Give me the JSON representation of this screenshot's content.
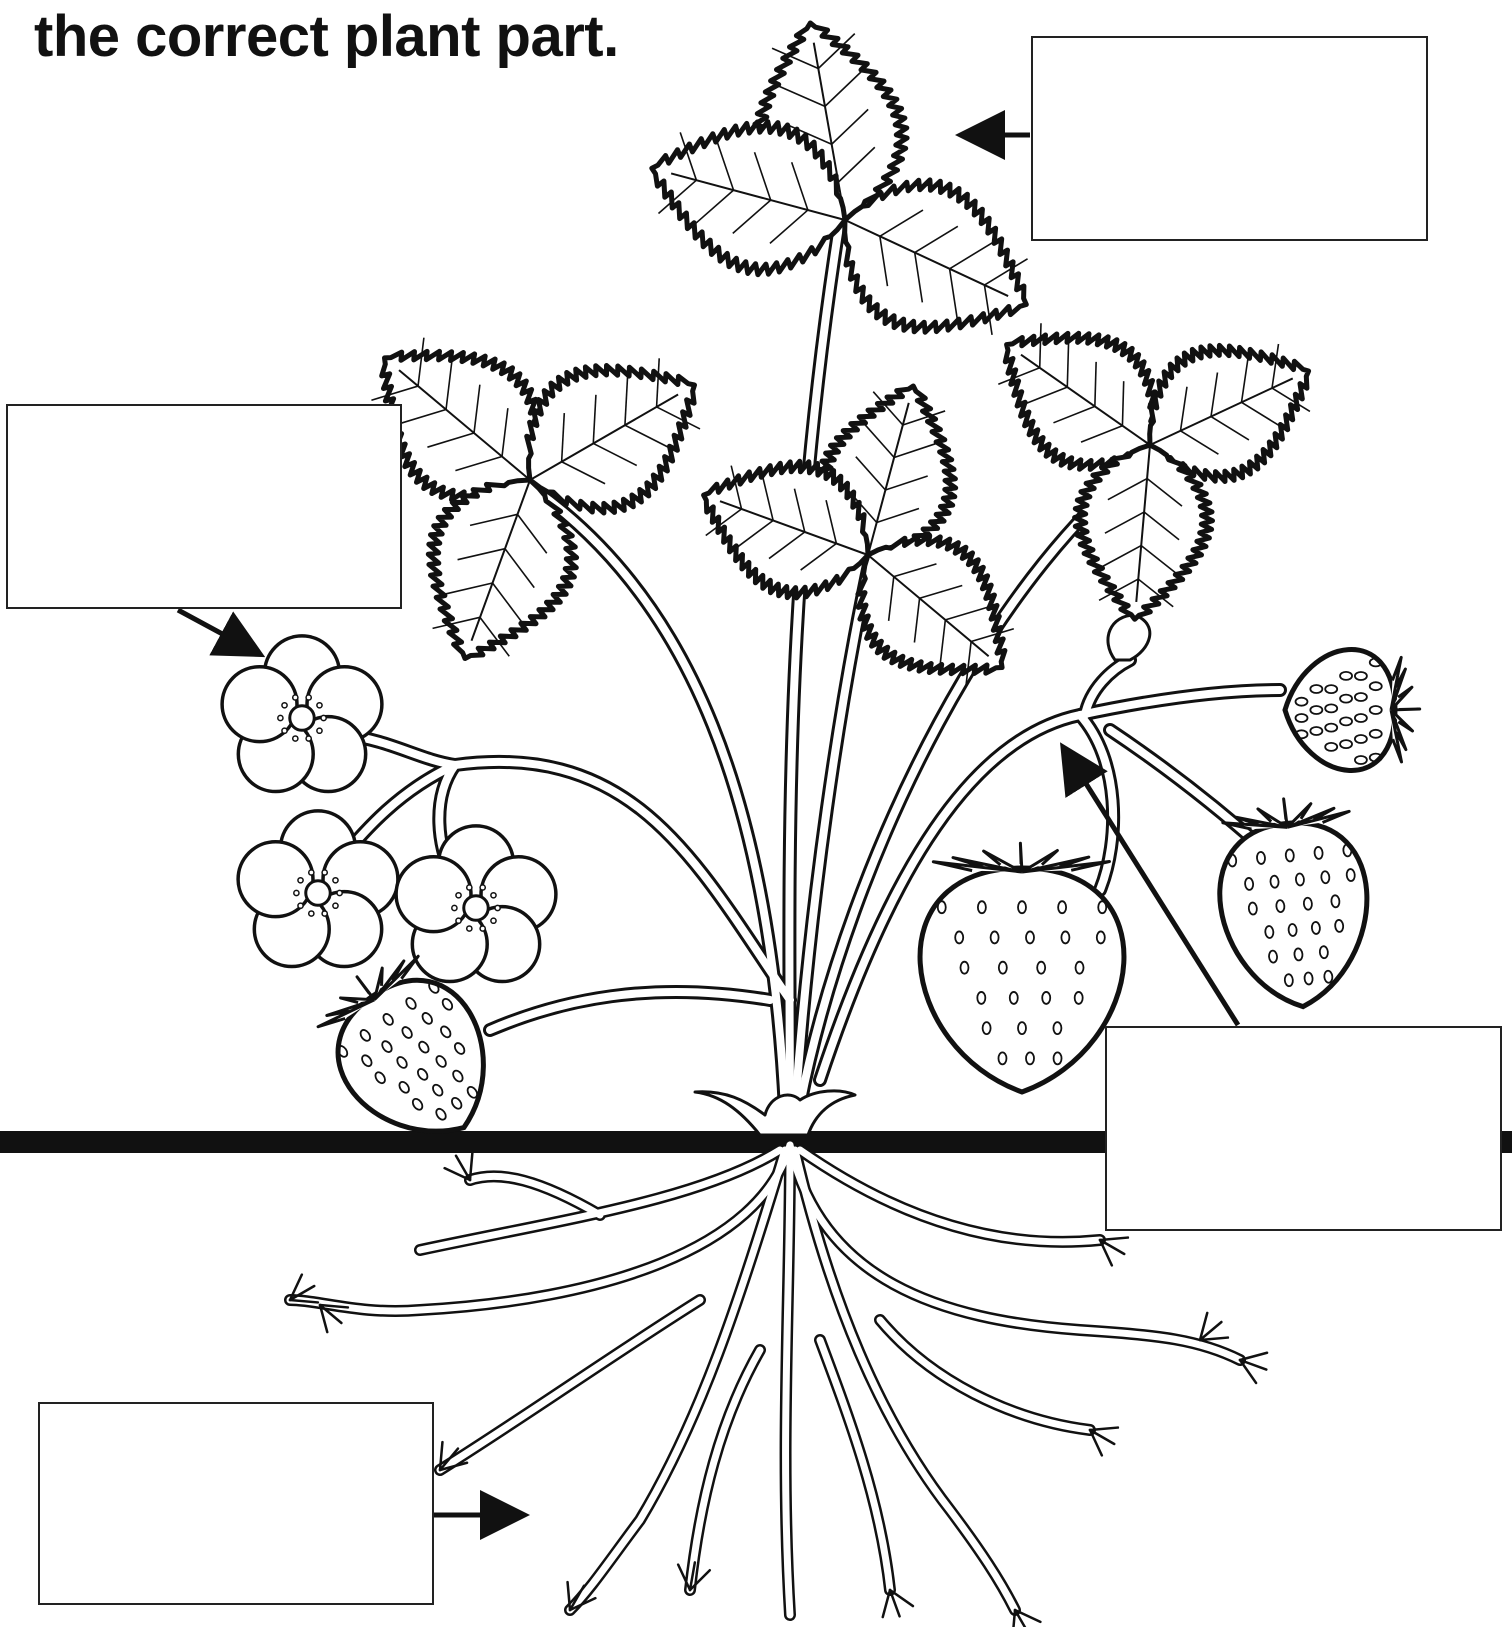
{
  "worksheet": {
    "instruction_visible": "the correct plant part.",
    "answer_boxes": [
      {
        "name": "answer-box-leaf",
        "value": ""
      },
      {
        "name": "answer-box-flower",
        "value": ""
      },
      {
        "name": "answer-box-stem",
        "value": ""
      },
      {
        "name": "answer-box-roots",
        "value": ""
      }
    ]
  },
  "colors": {
    "ink": "#111111",
    "background": "#ffffff"
  }
}
